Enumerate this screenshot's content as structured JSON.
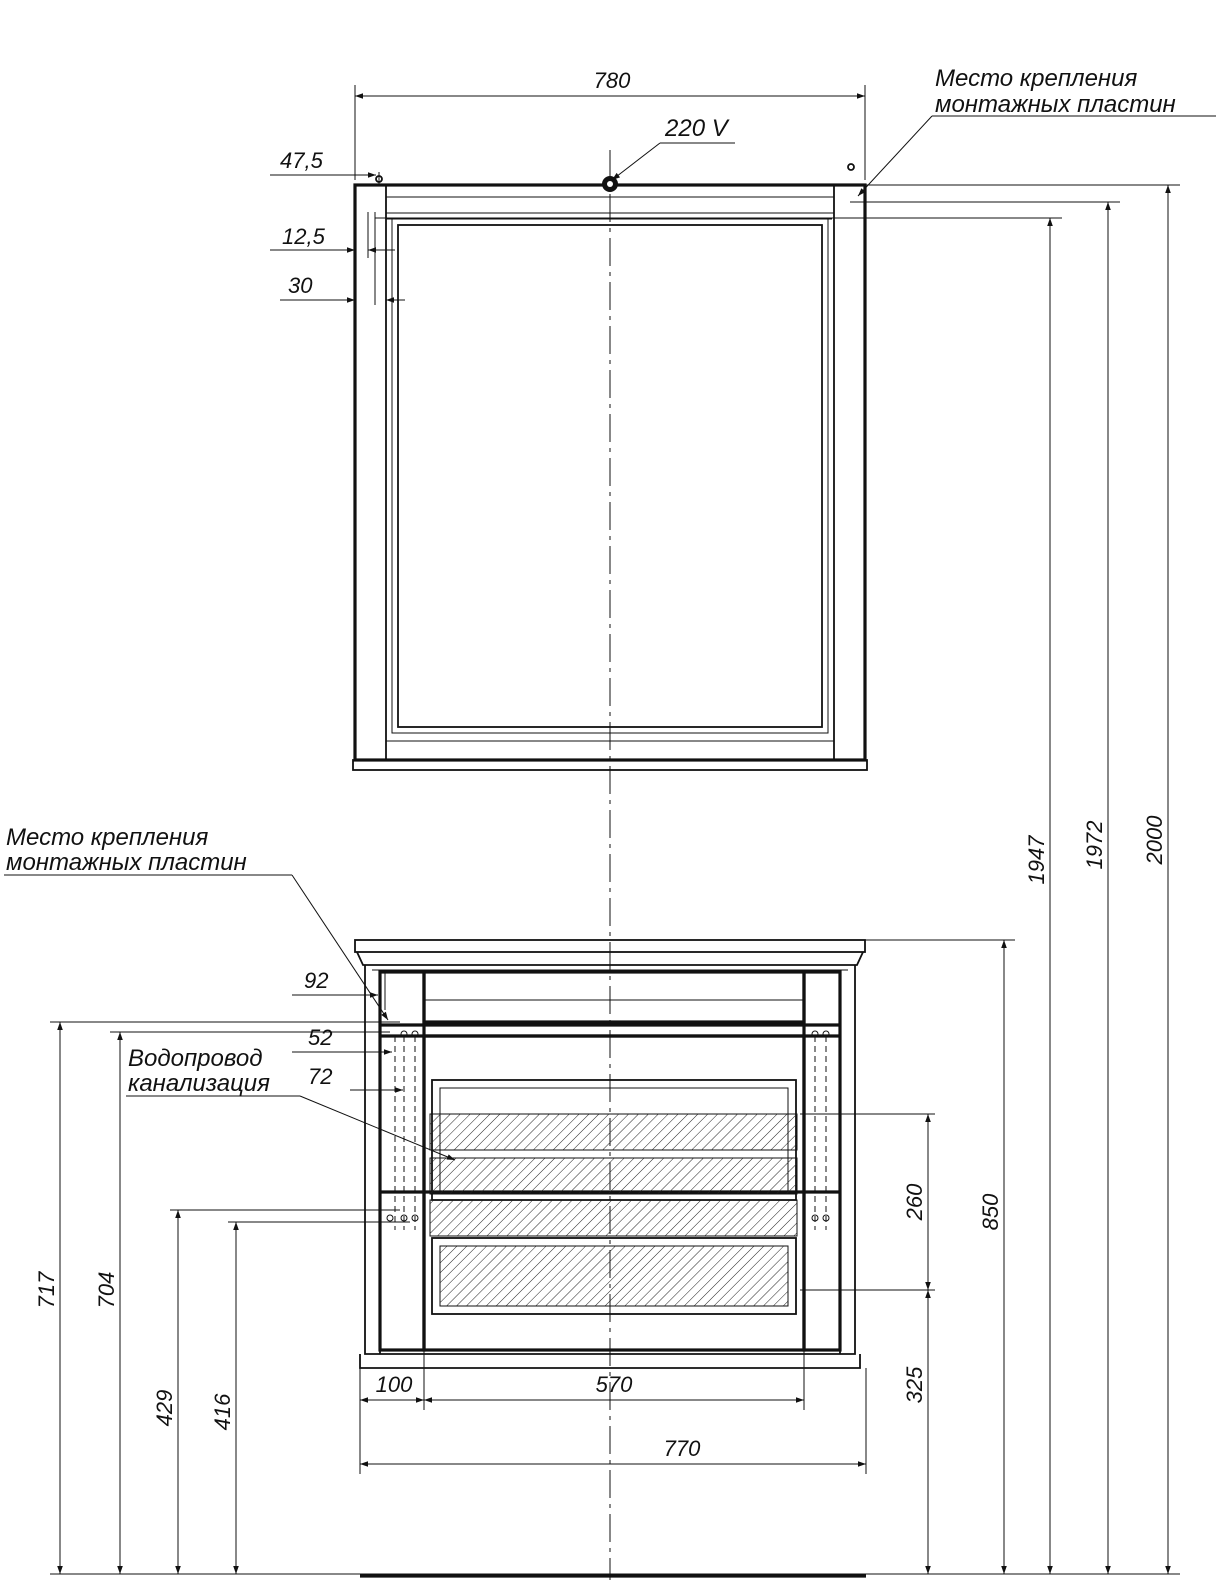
{
  "mirror": {
    "width": "780",
    "offset_1": "47,5",
    "offset_2": "12,5",
    "offset_3": "30",
    "power": "220 V",
    "mount_label_line1": "Место крепления",
    "mount_label_line2": "монтажных пластин"
  },
  "heights": {
    "h1": "1947",
    "h2": "1972",
    "h3": "2000"
  },
  "cabinet": {
    "mount_label_line1": "Место крепления",
    "mount_label_line2": "монтажных пластин",
    "pipes_label_line1": "Водопровод",
    "pipes_label_line2": "канализация",
    "d_92": "92",
    "d_52": "52",
    "d_72": "72",
    "d_717": "717",
    "d_704": "704",
    "d_429": "429",
    "d_416": "416",
    "d_260": "260",
    "d_325": "325",
    "d_850": "850",
    "d_100": "100",
    "d_570": "570",
    "d_770": "770"
  }
}
